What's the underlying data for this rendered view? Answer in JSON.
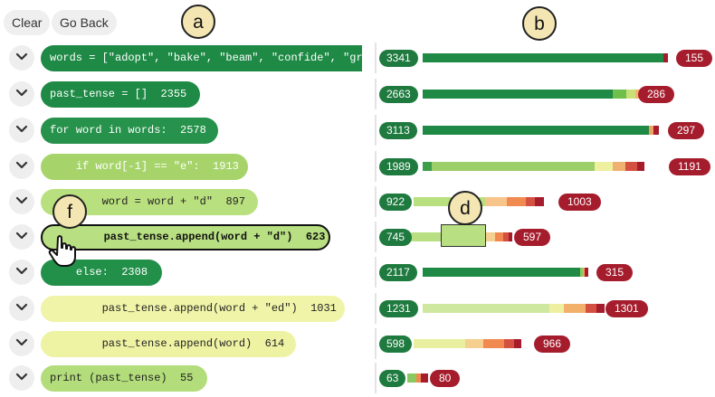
{
  "toolbar": {
    "clear_label": "Clear",
    "back_label": "Go Back"
  },
  "callouts": {
    "a": "a",
    "b": "b",
    "d": "d",
    "f": "f"
  },
  "icons": {
    "expand": "chevron-down-icon",
    "cursor": "hand-pointer-icon"
  },
  "colors": {
    "dark_green": "#1e7a3e",
    "mid_green": "#4caf50",
    "light_green": "#a6d46a",
    "pale_yellow": "#eef3a3",
    "red": "#a51d2d",
    "callout_fill": "#f4e6b3"
  },
  "lines": [
    {
      "code": "words = [\"adopt\", \"bake\", \"beam\", \"confide\", \"grill\"",
      "count": "",
      "indent": "",
      "color": "#1e8a45",
      "text_color": "#ffffff"
    },
    {
      "code": "past_tense = []",
      "count": "2355",
      "indent": "",
      "color": "#1e8a45",
      "text_color": "#ffffff"
    },
    {
      "code": "for word in words:",
      "count": "2578",
      "indent": "",
      "color": "#26924b",
      "text_color": "#ffffff"
    },
    {
      "code": "if word[-1] == \"e\":",
      "count": "1913",
      "indent": "    ",
      "color": "#a6d46a",
      "text_color": "#ffffff"
    },
    {
      "code": "word = word + \"d\"",
      "count": "897",
      "indent": "        ",
      "color": "#b9e07e",
      "text_color": "#222222"
    },
    {
      "code": "past_tense.append(word + \"d\")",
      "count": "623",
      "indent": "        ",
      "color": "#b8df82",
      "text_color": "#111111",
      "selected": true
    },
    {
      "code": "else:",
      "count": "2308",
      "indent": "    ",
      "color": "#23904a",
      "text_color": "#ffffff"
    },
    {
      "code": "past_tense.append(word + \"ed\")",
      "count": "1031",
      "indent": "        ",
      "color": "#f0f4a8",
      "text_color": "#222222"
    },
    {
      "code": "past_tense.append(word)",
      "count": "614",
      "indent": "        ",
      "color": "#eef3a3",
      "text_color": "#222222"
    },
    {
      "code": "print (past_tense)",
      "count": "55",
      "indent": "",
      "color": "#b2dd7a",
      "text_color": "#222222"
    }
  ],
  "bars": [
    {
      "left": "3341",
      "right": "155",
      "segments": [
        {
          "color": "#1e8a45",
          "frac": 0.985
        },
        {
          "color": "#a51d2d",
          "frac": 0.015
        }
      ]
    },
    {
      "left": "2663",
      "right": "286",
      "segments": [
        {
          "color": "#1e8a45",
          "frac": 0.84
        },
        {
          "color": "#6fbf4c",
          "frac": 0.06
        },
        {
          "color": "#c9e07a",
          "frac": 0.04
        },
        {
          "color": "#f2b36b",
          "frac": 0.03
        },
        {
          "color": "#a51d2d",
          "frac": 0.03
        }
      ]
    },
    {
      "left": "3113",
      "right": "297",
      "segments": [
        {
          "color": "#1e8a45",
          "frac": 0.96
        },
        {
          "color": "#f0a060",
          "frac": 0.02
        },
        {
          "color": "#a51d2d",
          "frac": 0.02
        }
      ]
    },
    {
      "left": "1989",
      "right": "1191",
      "segments": [
        {
          "color": "#3f9e4a",
          "frac": 0.04
        },
        {
          "color": "#9ccf67",
          "frac": 0.74
        },
        {
          "color": "#eef0a0",
          "frac": 0.08
        },
        {
          "color": "#f0b070",
          "frac": 0.06
        },
        {
          "color": "#d45040",
          "frac": 0.05
        },
        {
          "color": "#a51d2d",
          "frac": 0.03
        }
      ]
    },
    {
      "left": "922",
      "right": "1003",
      "segments": [
        {
          "color": "#b9e07e",
          "frac": 0.55
        },
        {
          "color": "#f7c48a",
          "frac": 0.17
        },
        {
          "color": "#f08a50",
          "frac": 0.15
        },
        {
          "color": "#d45040",
          "frac": 0.07
        },
        {
          "color": "#a51d2d",
          "frac": 0.06
        }
      ]
    },
    {
      "left": "745",
      "right": "597",
      "segments": [
        {
          "color": "#b8df82",
          "frac": 0.7
        },
        {
          "color": "#f4cf90",
          "frac": 0.14
        },
        {
          "color": "#f08a50",
          "frac": 0.08
        },
        {
          "color": "#d45040",
          "frac": 0.05
        },
        {
          "color": "#a51d2d",
          "frac": 0.03
        }
      ]
    },
    {
      "left": "2117",
      "right": "315",
      "segments": [
        {
          "color": "#1e8a45",
          "frac": 0.955
        },
        {
          "color": "#8cc860",
          "frac": 0.015
        },
        {
          "color": "#f0a060",
          "frac": 0.015
        },
        {
          "color": "#a51d2d",
          "frac": 0.015
        }
      ]
    },
    {
      "left": "1231",
      "right": "1301",
      "segments": [
        {
          "color": "#cfe8a0",
          "frac": 0.7
        },
        {
          "color": "#eef0a0",
          "frac": 0.08
        },
        {
          "color": "#f2b06b",
          "frac": 0.12
        },
        {
          "color": "#d45040",
          "frac": 0.06
        },
        {
          "color": "#a51d2d",
          "frac": 0.04
        }
      ]
    },
    {
      "left": "598",
      "right": "966",
      "segments": [
        {
          "color": "#e8f0a0",
          "frac": 0.48
        },
        {
          "color": "#f4cf90",
          "frac": 0.17
        },
        {
          "color": "#f08a50",
          "frac": 0.2
        },
        {
          "color": "#d45040",
          "frac": 0.09
        },
        {
          "color": "#a51d2d",
          "frac": 0.06
        }
      ]
    },
    {
      "left": "63",
      "right": "80",
      "segments": [
        {
          "color": "#8cc860",
          "frac": 0.45
        },
        {
          "color": "#f08a50",
          "frac": 0.25
        },
        {
          "color": "#a51d2d",
          "frac": 0.3
        }
      ]
    }
  ]
}
